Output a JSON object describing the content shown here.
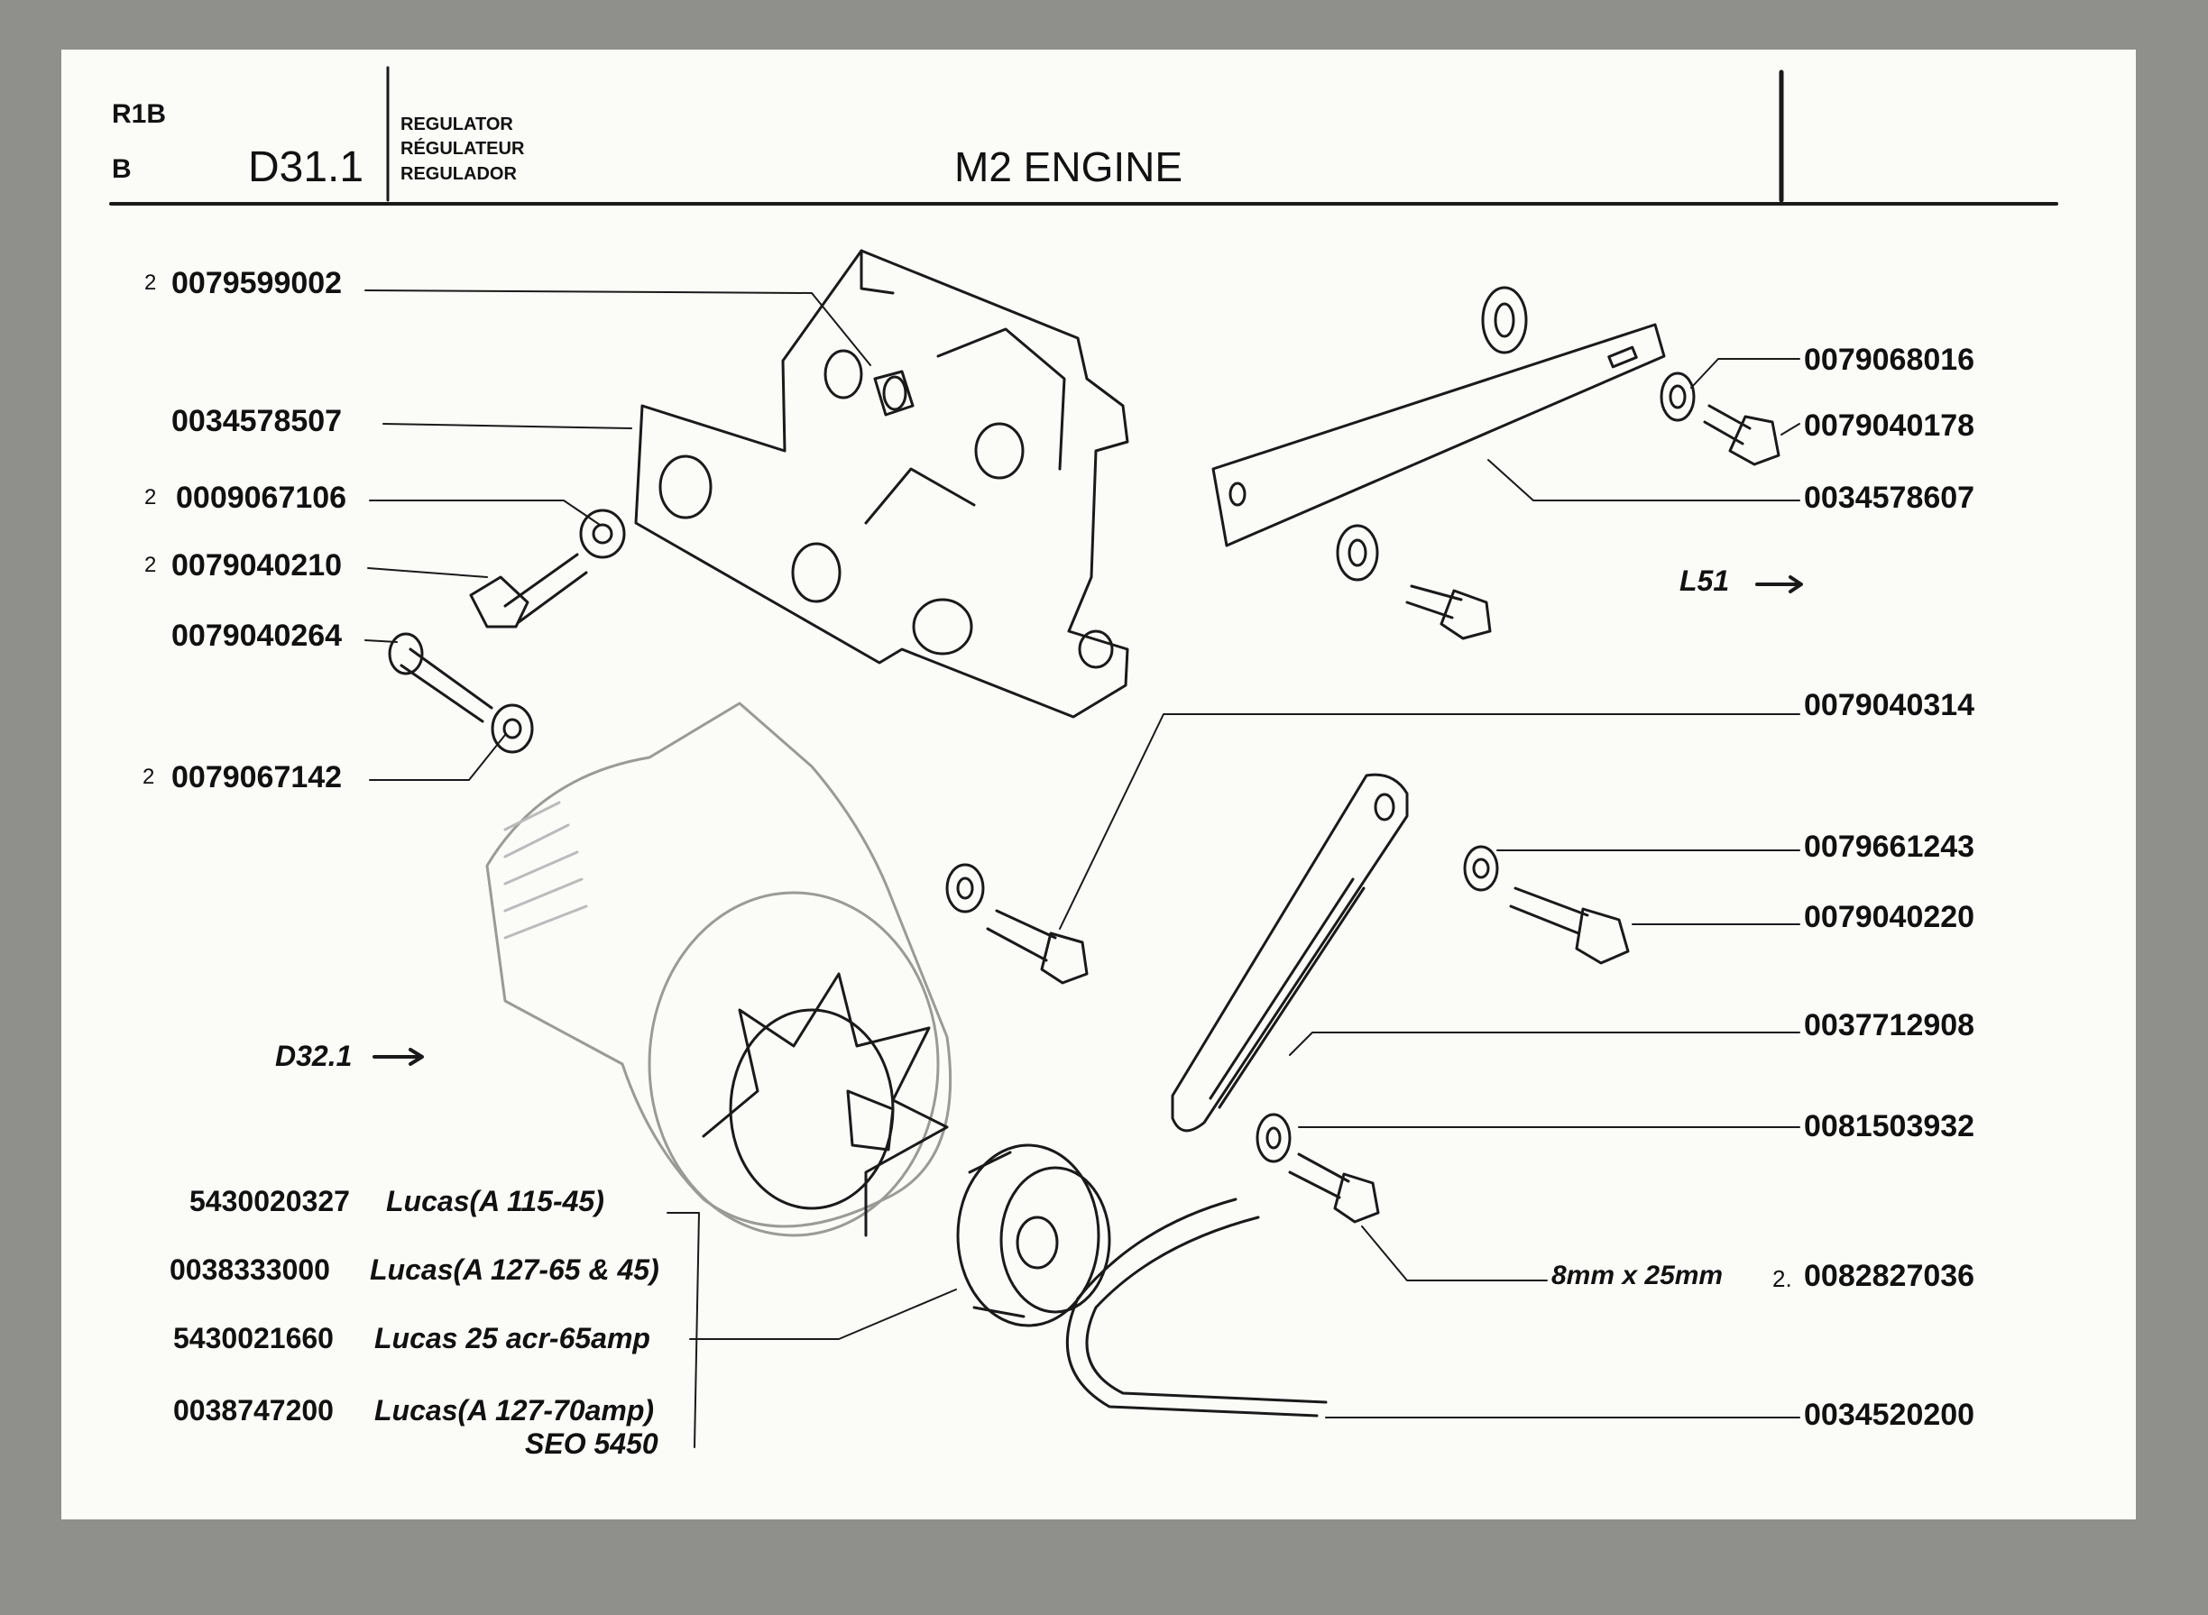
{
  "header": {
    "code_top": "R1B",
    "code_bottom": "B",
    "page_ref": "D31.1",
    "section_titles": [
      "REGULATOR",
      "RÉGULATEUR",
      "REGULADOR"
    ],
    "main_title": "M2  ENGINE"
  },
  "references": {
    "right": "L51",
    "left": "D32.1"
  },
  "part_labels_left": [
    {
      "qty": "2",
      "number": "0079599002"
    },
    {
      "qty": "",
      "number": "0034578507"
    },
    {
      "qty": "2",
      "number": "0009067106"
    },
    {
      "qty": "2",
      "number": "0079040210"
    },
    {
      "qty": "",
      "number": "0079040264"
    },
    {
      "qty": "2",
      "number": "0079067142"
    }
  ],
  "part_labels_right": [
    {
      "number": "0079068016"
    },
    {
      "number": "0079040178"
    },
    {
      "number": "0034578607"
    },
    {
      "number": "0079040314"
    },
    {
      "number": "0079661243"
    },
    {
      "number": "0079040220"
    },
    {
      "number": "0037712908"
    },
    {
      "number": "0081503932"
    },
    {
      "number": "0082827036",
      "qty": "2.",
      "size": "8mm x 25mm"
    },
    {
      "number": "0034520200"
    }
  ],
  "alternator_variants": [
    {
      "number": "5430020327",
      "desc": "Lucas(A 115-45)"
    },
    {
      "number": "0038333000",
      "desc": "Lucas(A 127-65 & 45)"
    },
    {
      "number": "5430021660",
      "desc": "Lucas 25 acr-65amp"
    },
    {
      "number": "0038747200",
      "desc": "Lucas(A 127-70amp)",
      "desc2": "SEO 5450"
    }
  ]
}
